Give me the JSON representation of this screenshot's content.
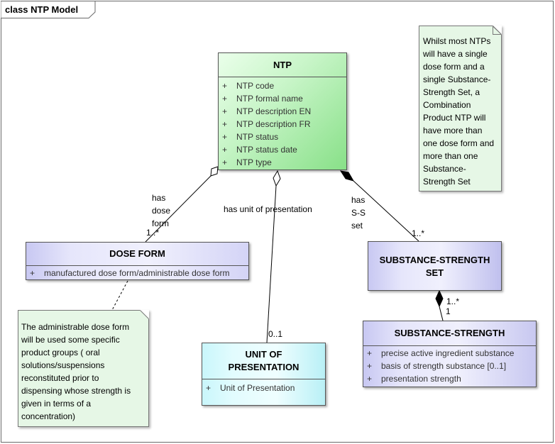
{
  "frame": {
    "title": "class NTP Model"
  },
  "classes": {
    "ntp": {
      "name": "NTP",
      "attributes": [
        {
          "vis": "+",
          "name": "NTP code"
        },
        {
          "vis": "+",
          "name": "NTP formal name"
        },
        {
          "vis": "+",
          "name": "NTP description EN"
        },
        {
          "vis": "+",
          "name": "NTP description FR"
        },
        {
          "vis": "+",
          "name": "NTP status"
        },
        {
          "vis": "+",
          "name": "NTP status date"
        },
        {
          "vis": "+",
          "name": "NTP type"
        }
      ]
    },
    "dose_form": {
      "name": "DOSE FORM",
      "attributes": [
        {
          "vis": "+",
          "name": "manufactured dose form/administrable dose form"
        }
      ]
    },
    "substance_strength_set": {
      "name_line1": "SUBSTANCE-STRENGTH",
      "name_line2": "SET"
    },
    "substance_strength": {
      "name": "SUBSTANCE-STRENGTH",
      "attributes": [
        {
          "vis": "+",
          "name": "precise active ingredient substance"
        },
        {
          "vis": "+",
          "name": "basis of strength substance [0..1]"
        },
        {
          "vis": "+",
          "name": "presentation strength"
        }
      ]
    },
    "unit_of_presentation": {
      "name_line1": "UNIT OF",
      "name_line2": "PRESENTATION",
      "attributes": [
        {
          "vis": "+",
          "name": "Unit of Presentation"
        }
      ]
    }
  },
  "notes": {
    "combination": [
      "Whilst most NTPs",
      "will have a single",
      "dose form and a",
      "single Substance-",
      "Strength Set, a",
      "Combination",
      "Product NTP will",
      "have more than",
      "one dose form and",
      "more than one",
      "Substance-",
      "Strength Set"
    ],
    "dose_form": [
      "The administrable dose form",
      "will be used some specific",
      "product groups  ( oral",
      "solutions/suspensions",
      "reconstituted prior to",
      "dispensing whose strength is",
      "given in terms of a",
      "concentration)"
    ]
  },
  "associations": {
    "dose_form": {
      "label": [
        "has",
        "dose",
        "form"
      ],
      "multiplicity": "1..*"
    },
    "unit_of_presentation": {
      "label": "has unit of presentation",
      "multiplicity": "0..1"
    },
    "ss_set": {
      "label": [
        "has",
        "S-S",
        "set"
      ],
      "multiplicity": "1..*"
    },
    "ss": {
      "multiplicity_target": "1..*",
      "multiplicity_source": "1"
    }
  }
}
